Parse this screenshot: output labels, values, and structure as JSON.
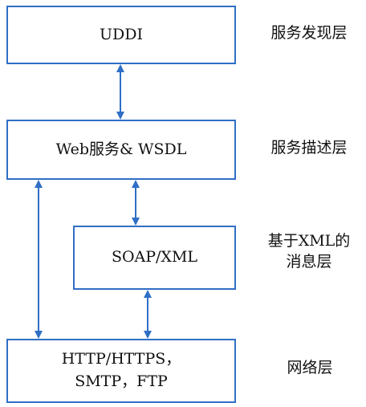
{
  "boxes": {
    "uddi": "UDDI",
    "web_services": "Web服务& WSDL",
    "soap": "SOAP/XML",
    "transport_line1": "HTTP/HTTPS，",
    "transport_line2": "SMTP，FTP"
  },
  "layers": {
    "discovery": "服务发现层",
    "description": "服务描述层",
    "messaging_line1": "基于XML的",
    "messaging_line2": "消息层",
    "network": "网络层"
  },
  "colors": {
    "border": "#2f6fc6",
    "arrow": "#2f6fc6",
    "text": "#111111"
  }
}
